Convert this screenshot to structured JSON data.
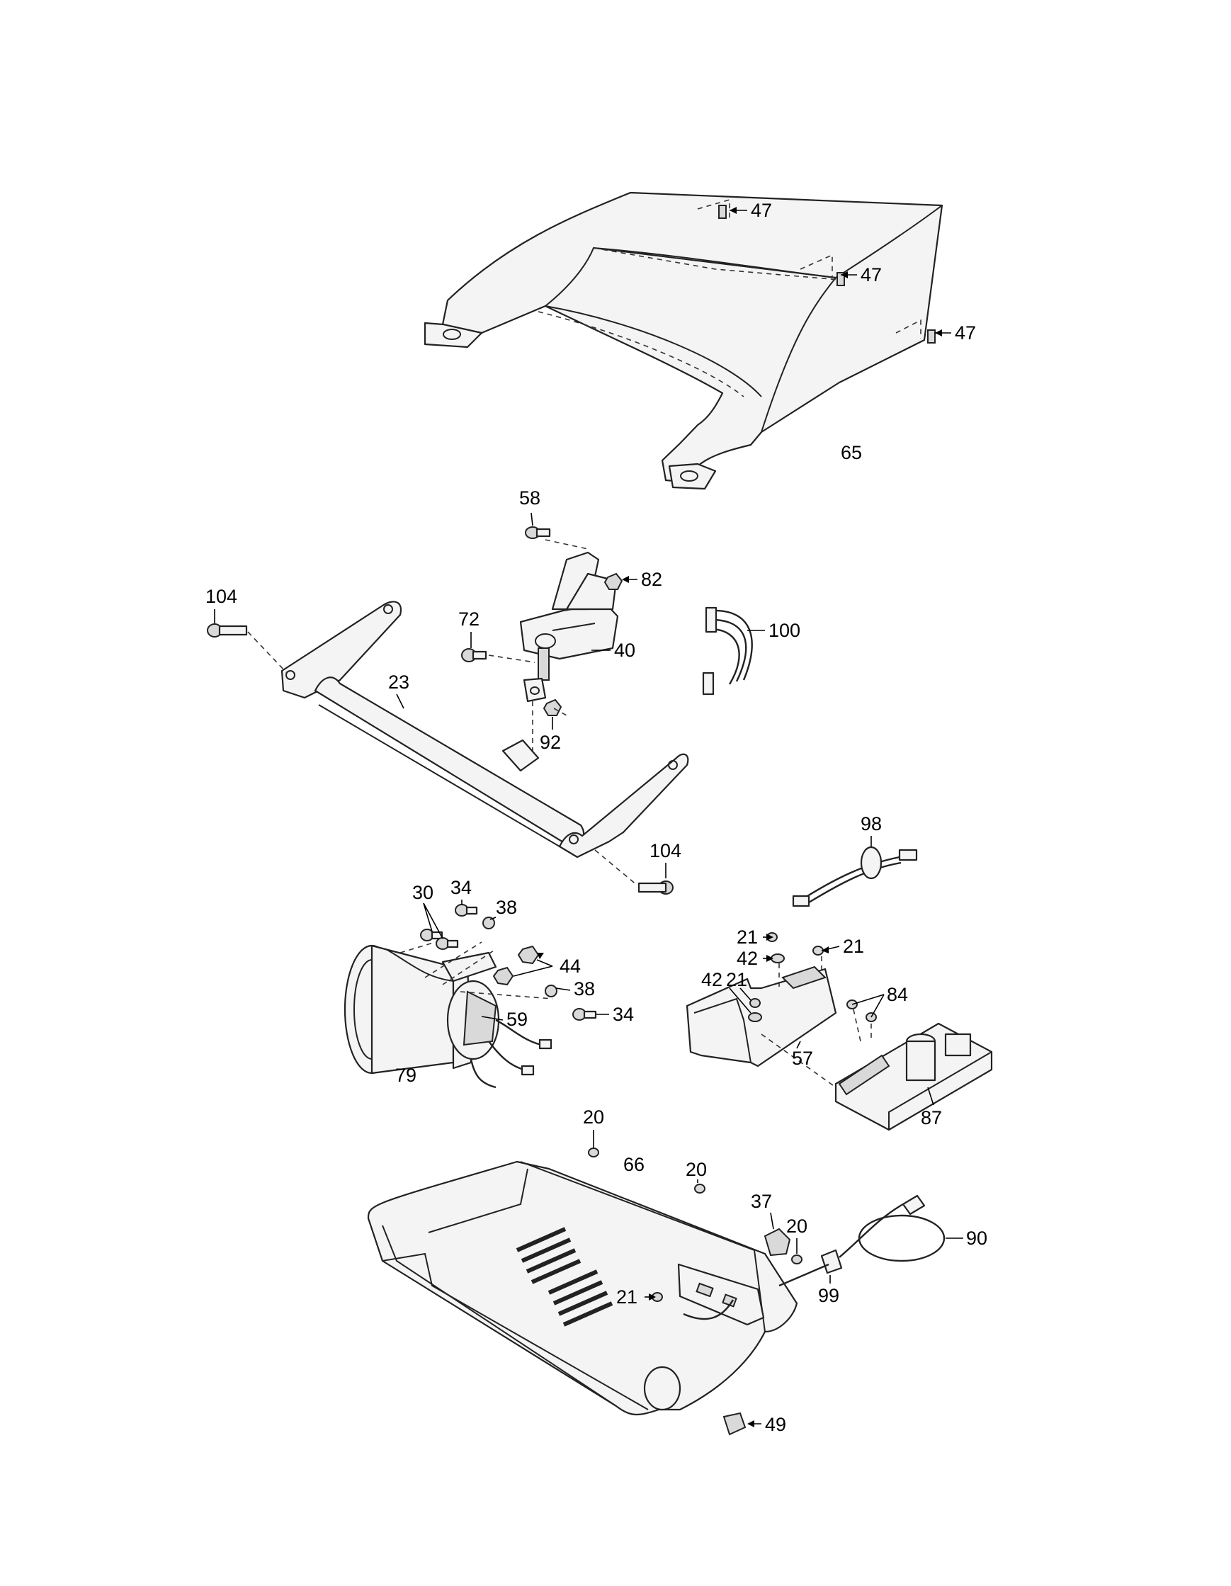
{
  "callouts": {
    "c47a": "47",
    "c47b": "47",
    "c47c": "47",
    "c65": "65",
    "c58": "58",
    "c82": "82",
    "c40": "40",
    "c72": "72",
    "c92": "92",
    "c100": "100",
    "c104a": "104",
    "c104b": "104",
    "c23": "23",
    "c98": "98",
    "c30": "30",
    "c34a": "34",
    "c38a": "38",
    "c44": "44",
    "c38b": "38",
    "c34b": "34",
    "c59": "59",
    "c79": "79",
    "c21a": "21",
    "c21b": "21",
    "c42a": "42",
    "c42b": "42",
    "c21c": "21",
    "c84": "84",
    "c57": "57",
    "c87": "87",
    "c20a": "20",
    "c66": "66",
    "c20b": "20",
    "c37": "37",
    "c20c": "20",
    "c90": "90",
    "c99": "99",
    "c21d": "21",
    "c49": "49"
  }
}
